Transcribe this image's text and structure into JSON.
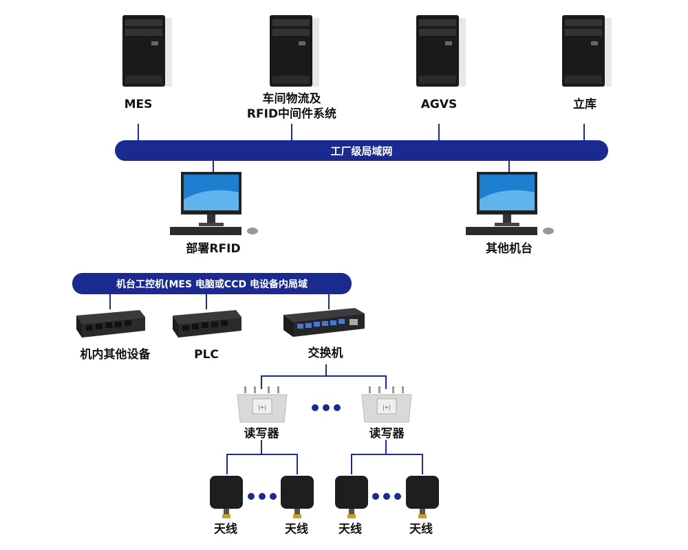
{
  "servers": [
    {
      "label": "MES"
    },
    {
      "label": "车间物流及",
      "label2": "RFID中间件系统"
    },
    {
      "label": "AGVS"
    },
    {
      "label": "立库"
    }
  ],
  "factory_lan": {
    "label": "工厂级局域网"
  },
  "workstations": [
    {
      "label": "部署RFID"
    },
    {
      "label": "其他机台"
    }
  ],
  "machine_bus": {
    "label": "机台工控机(MES 电脑或CCD 电设备内局域"
  },
  "devices": [
    {
      "label": "机内其他设备"
    },
    {
      "label": "PLC"
    },
    {
      "label": "交换机"
    }
  ],
  "readers": [
    {
      "label": "读写器"
    },
    {
      "label": "读写器"
    }
  ],
  "antennas": [
    {
      "label": "天线"
    },
    {
      "label": "天线"
    },
    {
      "label": "天线"
    },
    {
      "label": "天线"
    }
  ],
  "colors": {
    "bus": "#1b2a8f",
    "wire": "#1b2a8f"
  }
}
